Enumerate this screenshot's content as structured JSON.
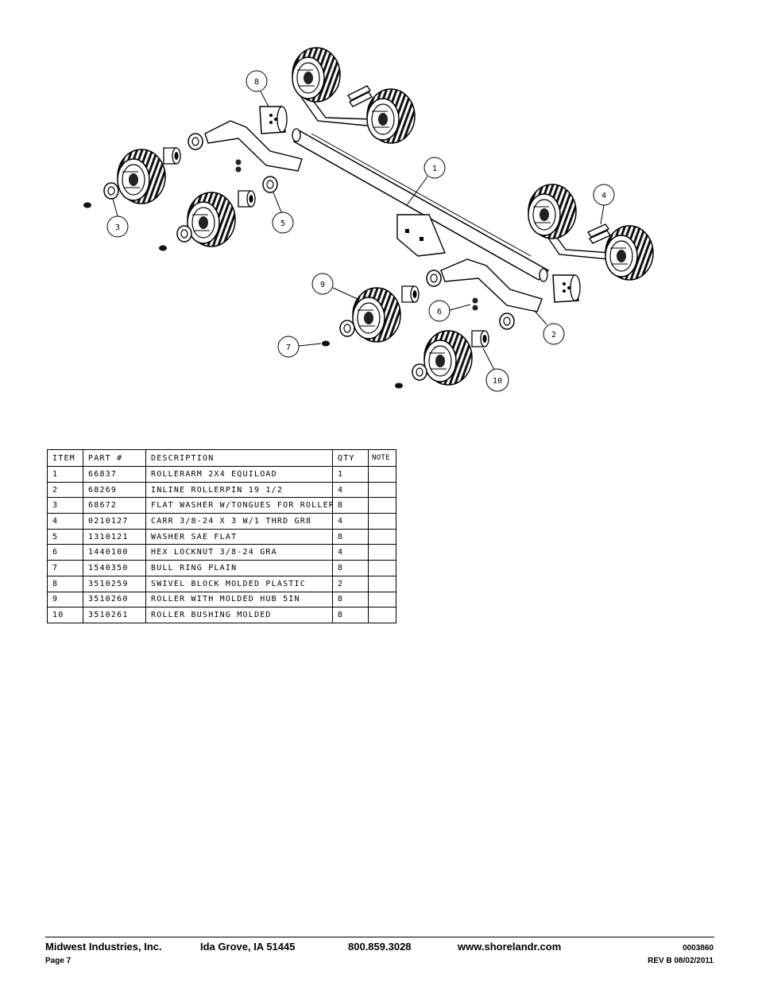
{
  "diagram": {
    "callouts": [
      "1",
      "2",
      "3",
      "4",
      "5",
      "6",
      "7",
      "8",
      "9",
      "10"
    ]
  },
  "table": {
    "headers": [
      "ITEM",
      "PART #",
      "DESCRIPTION",
      "QTY",
      "NOTE"
    ],
    "rows": [
      [
        "1",
        "66837",
        "ROLLERARM  2X4 EQUILOAD",
        "1",
        ""
      ],
      [
        "2",
        "68269",
        "INLINE ROLLERPIN 19 1/2",
        "4",
        ""
      ],
      [
        "3",
        "68672",
        "FLAT WASHER W/TONGUES FOR ROLLER",
        "8",
        ""
      ],
      [
        "4",
        "0210127",
        "CARR 3/8-24 X 3 W/1 THRD GR8",
        "4",
        ""
      ],
      [
        "5",
        "1310121",
        "WASHER SAE FLAT",
        "8",
        ""
      ],
      [
        "6",
        "1440100",
        "HEX LOCKNUT 3/8-24 GRA",
        "4",
        ""
      ],
      [
        "7",
        "1540350",
        "BULL RING PLAIN",
        "8",
        ""
      ],
      [
        "8",
        "3510259",
        "SWIVEL BLOCK MOLDED PLASTIC",
        "2",
        ""
      ],
      [
        "9",
        "3510260",
        "ROLLER WITH MOLDED HUB  5IN",
        "8",
        ""
      ],
      [
        "10",
        "3510261",
        "ROLLER BUSHING MOLDED",
        "8",
        ""
      ]
    ]
  },
  "footer": {
    "company": "Midwest Industries, Inc.",
    "city": "Ida Grove, IA  51445",
    "phone": "800.859.3028",
    "website": "www.shorelandr.com",
    "doc_number": "0003860",
    "page": "Page 7",
    "revision": "REV B  08/02/2011"
  }
}
